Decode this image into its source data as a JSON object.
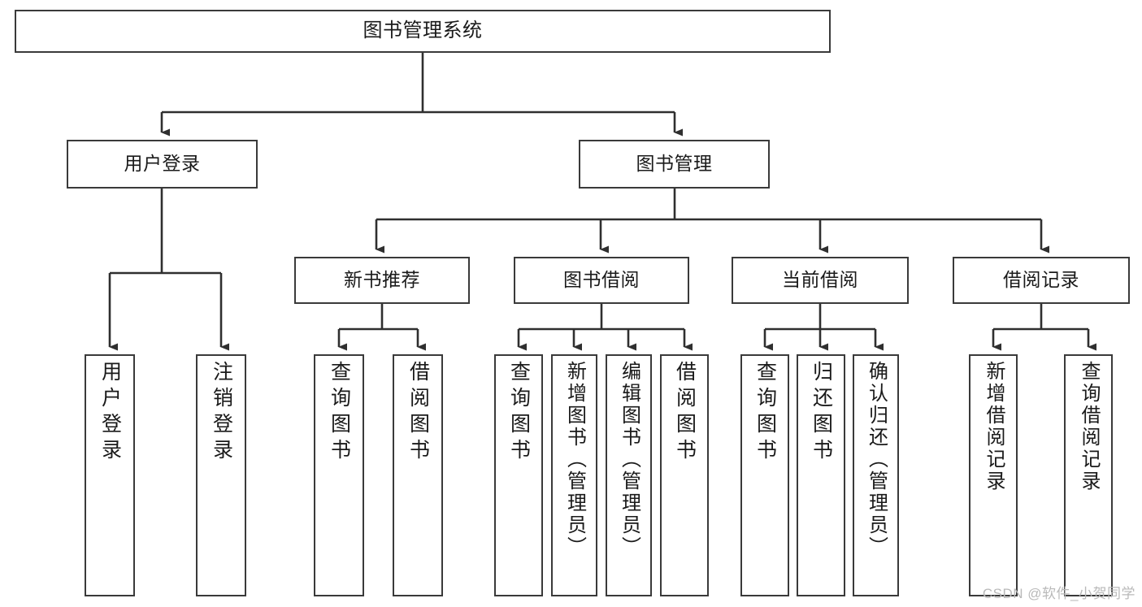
{
  "diagram": {
    "title": "图书管理系统",
    "type": "功能结构图",
    "watermark": "CSDN @软件_小贺同学",
    "colors": {
      "background": "#ffffff",
      "node_border": "#3a3a3a",
      "node_fill": "#ffffff",
      "edge": "#2f2f2f",
      "text": "#1a1a1a",
      "watermark": "#b9b9b9"
    },
    "nodes": {
      "root": {
        "label": "图书管理系统"
      },
      "level2": [
        {
          "id": "user-login",
          "label": "用户登录"
        },
        {
          "id": "book-manage",
          "label": "图书管理"
        }
      ],
      "level3": [
        {
          "id": "new-book-recommend",
          "label": "新书推荐"
        },
        {
          "id": "book-borrow",
          "label": "图书借阅"
        },
        {
          "id": "current-borrow",
          "label": "当前借阅"
        },
        {
          "id": "borrow-record",
          "label": "借阅记录"
        }
      ],
      "leaves": [
        {
          "id": "leaf-user-login",
          "label": "用户登录",
          "parent": "user-login"
        },
        {
          "id": "leaf-logout-login",
          "label": "注销登录",
          "parent": "user-login"
        },
        {
          "id": "leaf-query-book-1",
          "label": "查询图书",
          "parent": "new-book-recommend"
        },
        {
          "id": "leaf-borrow-book-1",
          "label": "借阅图书",
          "parent": "new-book-recommend"
        },
        {
          "id": "leaf-query-book-2",
          "label": "查询图书",
          "parent": "book-borrow"
        },
        {
          "id": "leaf-add-book",
          "label": "新增图书（管理员）",
          "parent": "book-borrow"
        },
        {
          "id": "leaf-edit-book",
          "label": "编辑图书（管理员）",
          "parent": "book-borrow"
        },
        {
          "id": "leaf-borrow-book-2",
          "label": "借阅图书",
          "parent": "book-borrow"
        },
        {
          "id": "leaf-query-book-3",
          "label": "查询图书",
          "parent": "current-borrow"
        },
        {
          "id": "leaf-return-book",
          "label": "归还图书",
          "parent": "current-borrow"
        },
        {
          "id": "leaf-confirm-return",
          "label": "确认归还（管理员）",
          "parent": "current-borrow"
        },
        {
          "id": "leaf-add-record",
          "label": "新增借阅记录",
          "parent": "borrow-record"
        },
        {
          "id": "leaf-query-record",
          "label": "查询借阅记录",
          "parent": "borrow-record"
        }
      ]
    }
  }
}
